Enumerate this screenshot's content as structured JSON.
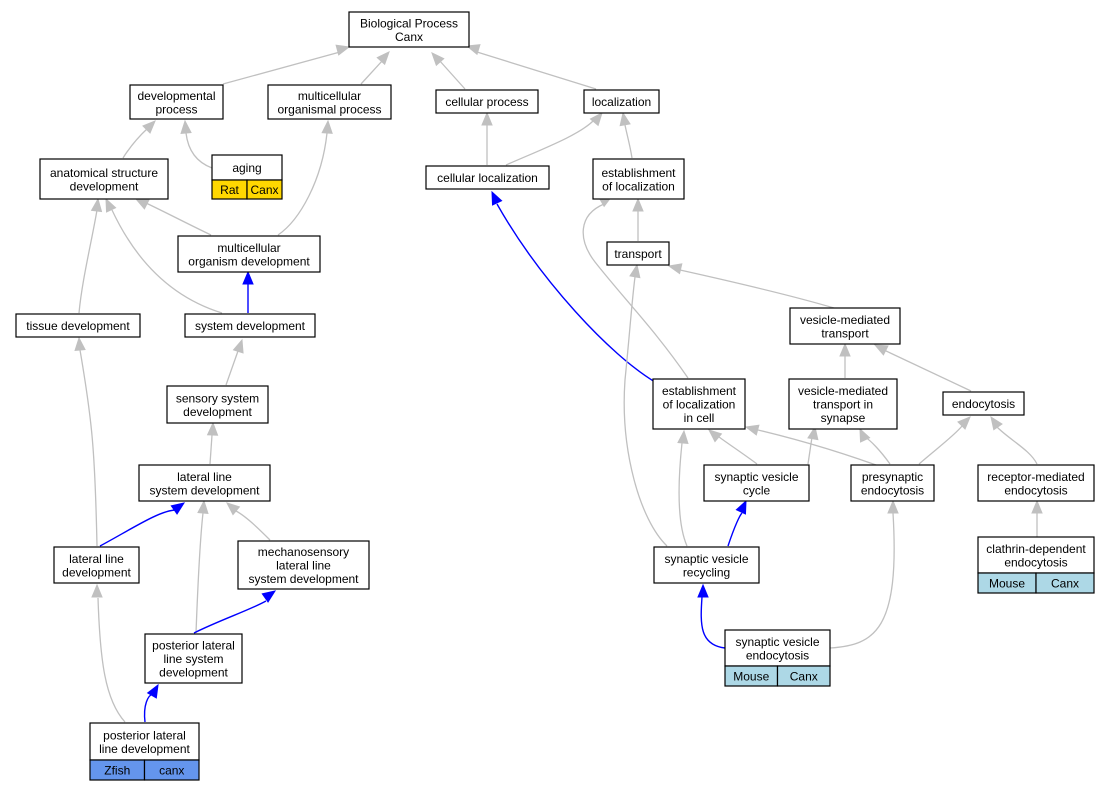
{
  "colors": {
    "edge_default": "#c0c0c0",
    "edge_highlight": "#0000ff",
    "badge_rat": "#ffd700",
    "badge_mouse": "#add8e6",
    "badge_zfish": "#6495ed"
  },
  "nodes": {
    "biological_process": [
      "Biological Process",
      "Canx"
    ],
    "developmental_process": [
      "developmental",
      "process"
    ],
    "multicellular_organismal_process": [
      "multicellular",
      "organismal process"
    ],
    "cellular_process": [
      "cellular process"
    ],
    "localization": [
      "localization"
    ],
    "anatomical_structure_development": [
      "anatomical structure",
      "development"
    ],
    "aging": [
      "aging"
    ],
    "cellular_localization": [
      "cellular localization"
    ],
    "establishment_of_localization": [
      "establishment",
      "of localization"
    ],
    "multicellular_organism_development": [
      "multicellular",
      "organism development"
    ],
    "transport": [
      "transport"
    ],
    "tissue_development": [
      "tissue development"
    ],
    "system_development": [
      "system development"
    ],
    "vesicle_mediated_transport": [
      "vesicle-mediated",
      "transport"
    ],
    "sensory_system_development": [
      "sensory system",
      "development"
    ],
    "establishment_of_localization_in_cell": [
      "establishment",
      "of localization",
      "in cell"
    ],
    "vesicle_mediated_transport_in_synapse": [
      "vesicle-mediated",
      "transport in",
      "synapse"
    ],
    "endocytosis": [
      "endocytosis"
    ],
    "lateral_line_system_development": [
      "lateral line",
      "system development"
    ],
    "synaptic_vesicle_cycle": [
      "synaptic vesicle",
      "cycle"
    ],
    "presynaptic_endocytosis": [
      "presynaptic",
      "endocytosis"
    ],
    "receptor_mediated_endocytosis": [
      "receptor-mediated",
      "endocytosis"
    ],
    "lateral_line_development": [
      "lateral line",
      "development"
    ],
    "mechanosensory_lateral_line_system_development": [
      "mechanosensory",
      "lateral line",
      "system development"
    ],
    "synaptic_vesicle_recycling": [
      "synaptic vesicle",
      "recycling"
    ],
    "clathrin_dependent_endocytosis": [
      "clathrin-dependent",
      "endocytosis"
    ],
    "posterior_lateral_line_system_development": [
      "posterior lateral",
      "line system",
      "development"
    ],
    "synaptic_vesicle_endocytosis": [
      "synaptic vesicle",
      "endocytosis"
    ],
    "posterior_lateral_line_development": [
      "posterior lateral",
      "line development"
    ]
  },
  "badges": {
    "aging": [
      "Rat",
      "Canx"
    ],
    "clathrin_dependent_endocytosis": [
      "Mouse",
      "Canx"
    ],
    "synaptic_vesicle_endocytosis": [
      "Mouse",
      "Canx"
    ],
    "posterior_lateral_line_development": [
      "Zfish",
      "canx"
    ]
  }
}
